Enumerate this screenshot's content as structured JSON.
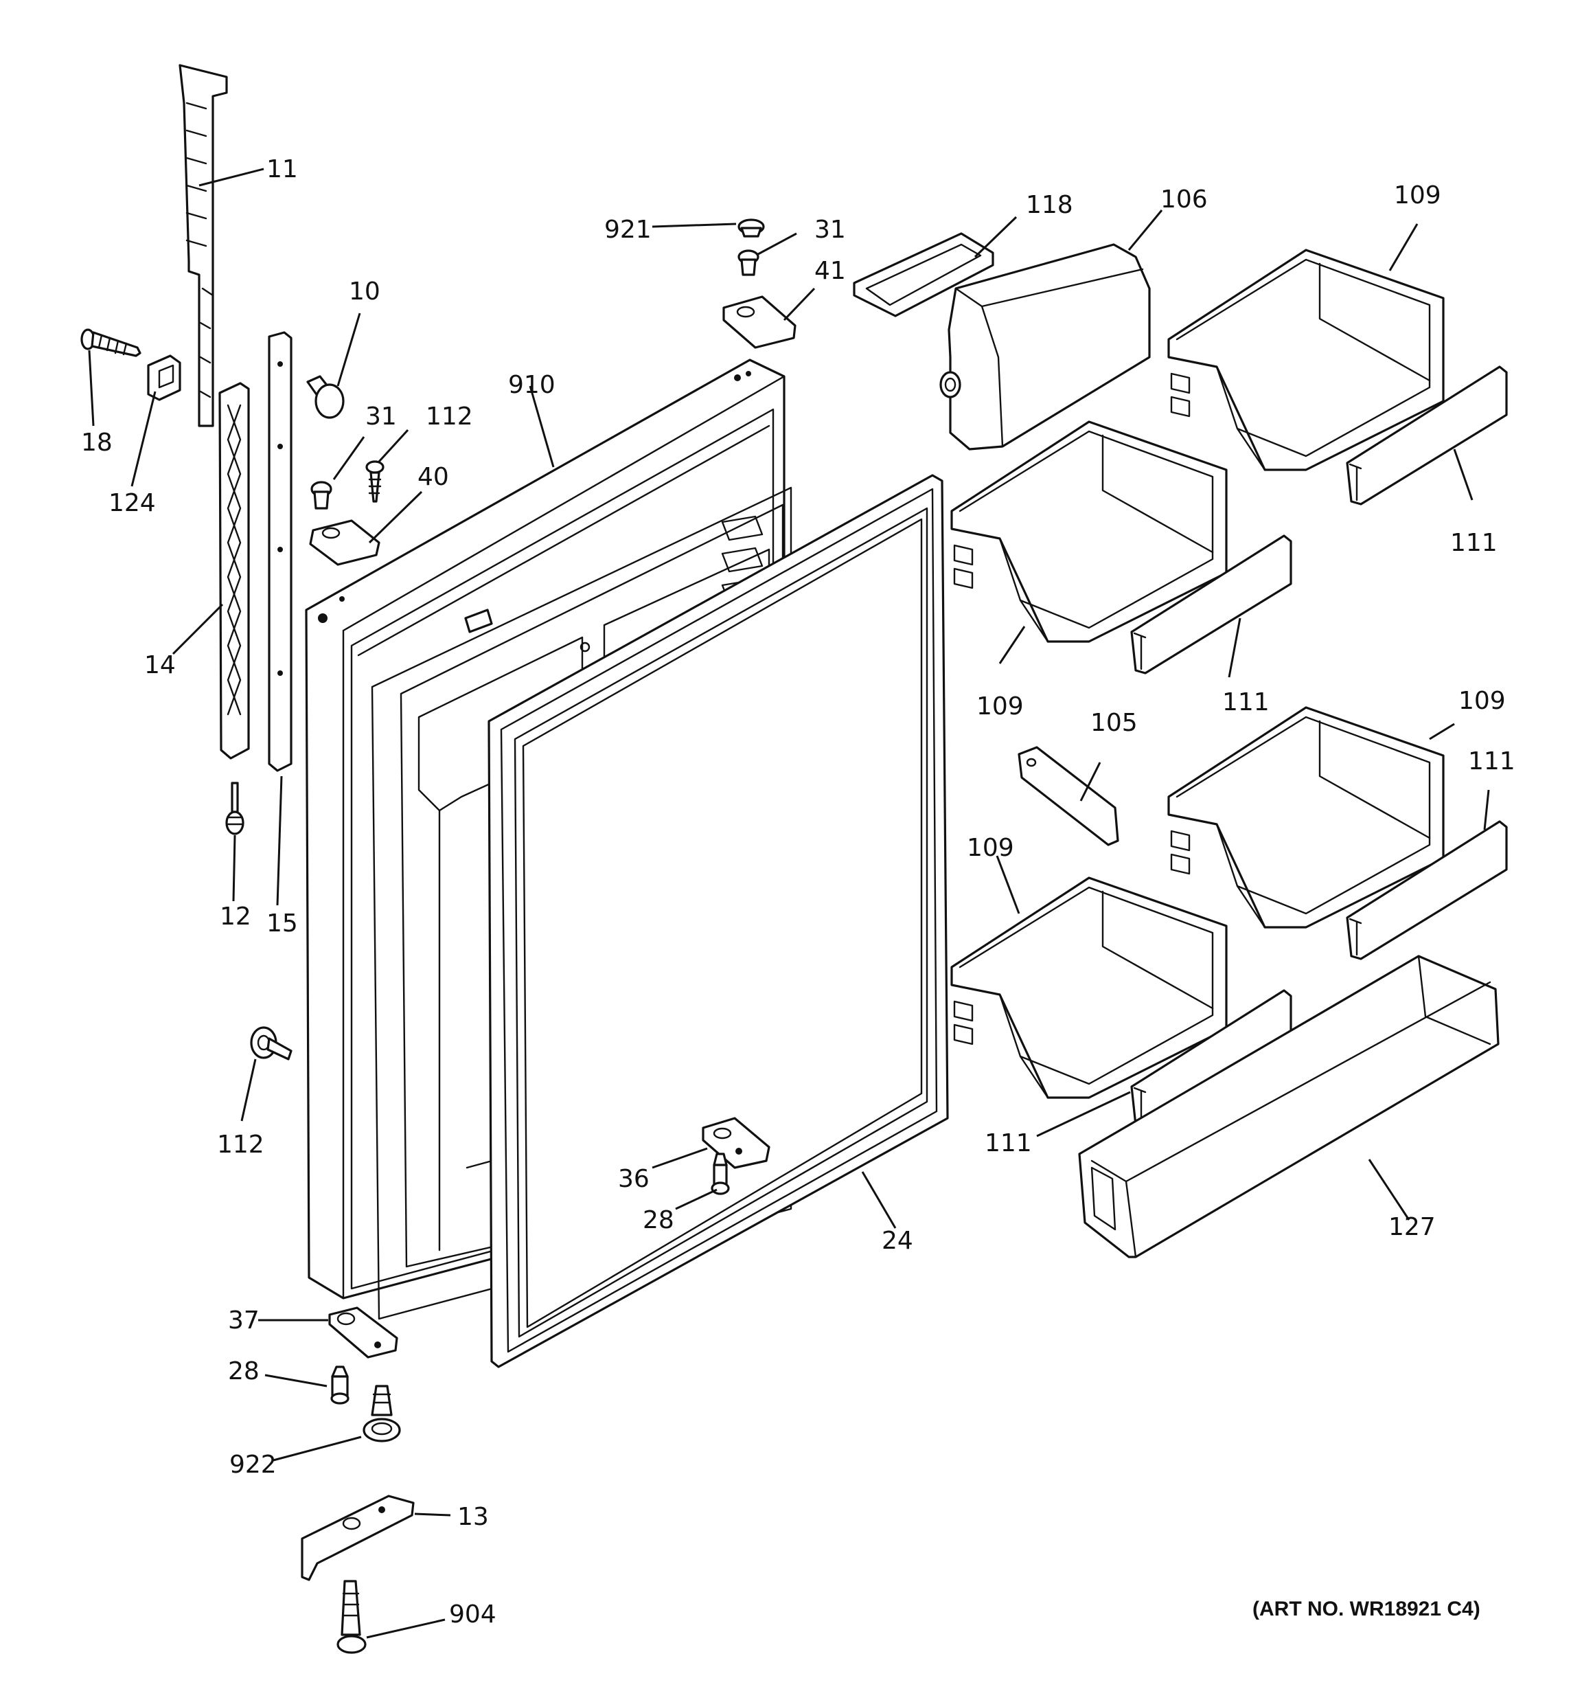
{
  "callouts": {
    "c11": "11",
    "c18": "18",
    "c124": "124",
    "c14": "14",
    "c12": "12",
    "c15": "15",
    "c10": "10",
    "c31a": "31",
    "c112a": "112",
    "c40": "40",
    "c910": "910",
    "c921": "921",
    "c31b": "31",
    "c41": "41",
    "c118": "118",
    "c106": "106",
    "c109a": "109",
    "c111a": "111",
    "c109b": "109",
    "c111b": "111",
    "c105": "105",
    "c109c": "109",
    "c111c": "111",
    "c109d": "109",
    "c111d": "111",
    "c127": "127",
    "c112b": "112",
    "c36": "36",
    "c28a": "28",
    "c24": "24",
    "c37": "37",
    "c28b": "28",
    "c922": "922",
    "c13": "13",
    "c904": "904"
  },
  "art_number": "(ART NO. WR18921 C4)"
}
